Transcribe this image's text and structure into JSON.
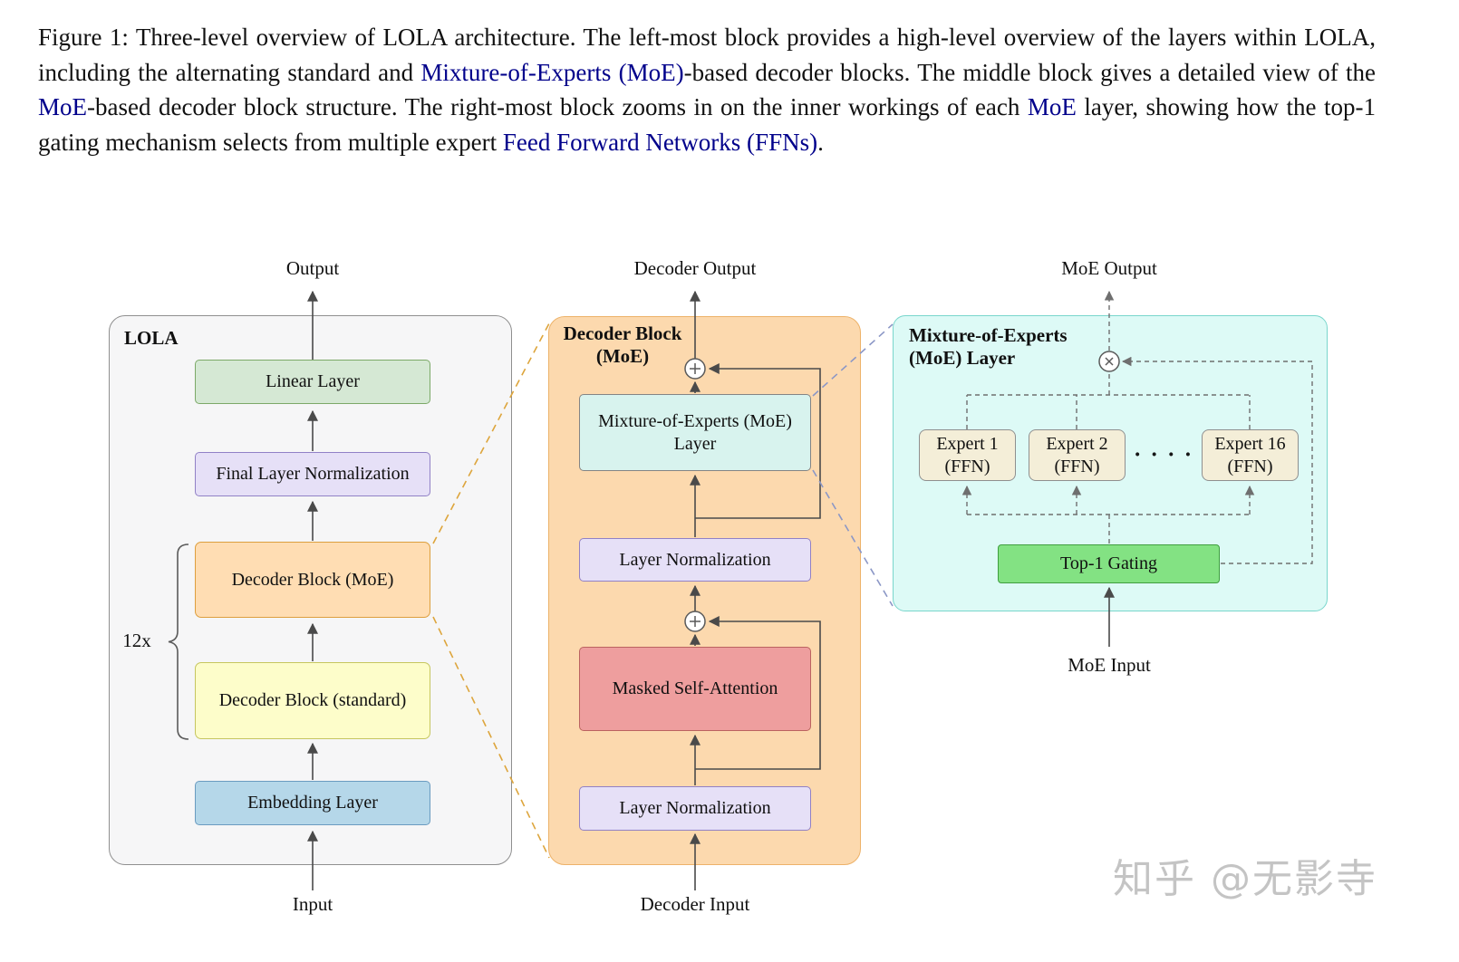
{
  "caption": {
    "segments": [
      {
        "text": "Figure 1: Three-level overview of LOLA architecture. The left-most block provides a high-level overview of the layers within LOLA, including the alternating standard and ",
        "link": false
      },
      {
        "text": "Mixture-of-Experts (MoE)",
        "link": true
      },
      {
        "text": "-based decoder blocks. The middle block gives a detailed view of the ",
        "link": false
      },
      {
        "text": "MoE",
        "link": true
      },
      {
        "text": "-based decoder block structure. The right-most block zooms in on the inner workings of each ",
        "link": false
      },
      {
        "text": "MoE",
        "link": true
      },
      {
        "text": " layer, showing how the top-1 gating mechanism selects from multiple expert ",
        "link": false
      },
      {
        "text": "Feed Forward Networks (FFNs)",
        "link": true
      },
      {
        "text": ".",
        "link": false
      }
    ]
  },
  "left_panel": {
    "title": "LOLA",
    "output_label": "Output",
    "input_label": "Input",
    "repeat_label": "12x",
    "boxes": {
      "linear": "Linear Layer",
      "final_norm": "Final Layer Normalization",
      "decoder_moe": "Decoder Block (MoE)",
      "decoder_std": "Decoder Block (standard)",
      "embedding": "Embedding Layer"
    }
  },
  "middle_panel": {
    "title": "Decoder Block\n(MoE)",
    "output_label": "Decoder Output",
    "input_label": "Decoder Input",
    "boxes": {
      "moe_layer": "Mixture-of-Experts (MoE)\nLayer",
      "layer_norm_top": "Layer Normalization",
      "masked_attention": "Masked Self-Attention",
      "layer_norm_bottom": "Layer Normalization"
    },
    "residual_icon": "circle-plus"
  },
  "right_panel": {
    "title": "Mixture-of-Experts\n(MoE) Layer",
    "output_label": "MoE Output",
    "input_label": "MoE Input",
    "experts": [
      {
        "label": "Expert 1\n(FFN)"
      },
      {
        "label": "Expert 2\n(FFN)"
      },
      {
        "label": "Expert 16\n(FFN)"
      }
    ],
    "ellipsis": "· · · ·",
    "gating": "Top-1 Gating",
    "multiply_icon": "circle-times"
  },
  "colors": {
    "link": "#00008b",
    "left_panel_bg": "#f6f6f7",
    "middle_panel_bg": "#fcd9ae",
    "right_panel_bg": "#ddfaf6",
    "linear_green": "#d5e8d4",
    "norm_lavender": "#e6e0f7",
    "decoder_orange": "#ffddb3",
    "decoder_yellow": "#fdfdca",
    "embedding_blue": "#b5d7e9",
    "moe_cyan": "#d8f3ee",
    "attention_red": "#ee9e9e",
    "expert_beige": "#f4eed8",
    "gating_green": "#83e283",
    "link_line_orange": "#dda53c",
    "link_line_blue": "#8b97c6"
  },
  "watermark": "知乎 @无影寺"
}
